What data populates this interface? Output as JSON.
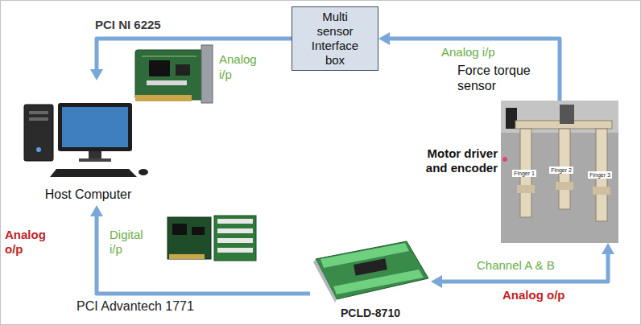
{
  "diagram": {
    "nodes": [
      {
        "text": [
          "Multi sensor Interface box"
        ]
      },
      {
        "text": [
          "Host Computer"
        ]
      },
      {
        "text": [
          "PCLD-8710"
        ]
      },
      {
        "text": [
          "Force torque sensor",
          "Motor driver and encoder"
        ]
      }
    ],
    "edges": [
      {
        "from": 3,
        "to": 0,
        "arrow": "to",
        "label": "Analog i/p"
      },
      {
        "from": 0,
        "to": 1,
        "arrow": "to",
        "label": "Analog i/p"
      },
      {
        "from": 2,
        "to": 1,
        "arrow": "to",
        "label": "Digital i/p"
      },
      {
        "from": 2,
        "to": 3,
        "arrow": "both",
        "label": "Channel A & B"
      }
    ],
    "labels": [
      "PCI NI 6225",
      "Analog o/p",
      "PCI Advantech 1771",
      "Analog o/p",
      "Finger 1",
      "Finger 2",
      "Finger 3"
    ]
  }
}
